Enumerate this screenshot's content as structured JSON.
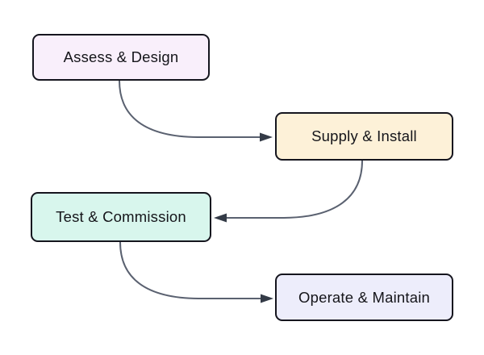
{
  "diagram": {
    "type": "flowchart",
    "direction": "alternating left-right",
    "background": "#ffffff",
    "edge_color": "#5a6170",
    "arrowhead_color": "#343b47",
    "border_color": "#15151e",
    "text_color": "#15151a"
  },
  "nodes": [
    {
      "id": "assess",
      "label": "Assess & Design",
      "fill": "#f9effb"
    },
    {
      "id": "supply",
      "label": "Supply & Install",
      "fill": "#fdf1d8"
    },
    {
      "id": "test",
      "label": "Test & Commission",
      "fill": "#d8f6ed"
    },
    {
      "id": "operate",
      "label": "Operate & Maintain",
      "fill": "#ededfb"
    }
  ],
  "edges": [
    {
      "from": "assess",
      "to": "supply",
      "description": "curve from bottom of Assess & Design to left side of Supply & Install"
    },
    {
      "from": "supply",
      "to": "test",
      "description": "curve from bottom of Supply & Install to right side of Test & Commission"
    },
    {
      "from": "test",
      "to": "operate",
      "description": "curve from bottom of Test & Commission to left side of Operate & Maintain"
    }
  ]
}
